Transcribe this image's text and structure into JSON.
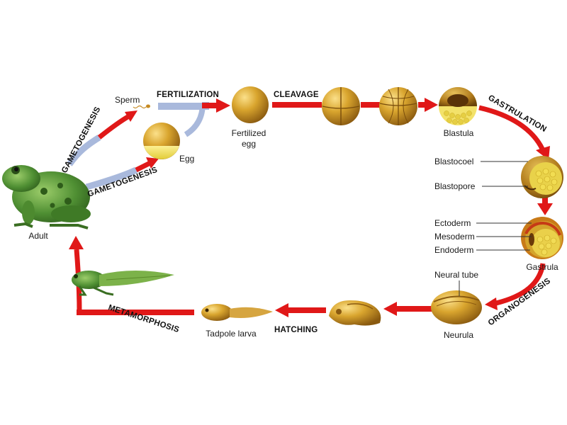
{
  "stages": {
    "sperm": "Sperm",
    "egg": "Egg",
    "fertilized_egg_line1": "Fertilized",
    "fertilized_egg_line2": "egg",
    "blastula": "Blastula",
    "blastocoel": "Blastocoel",
    "blastopore": "Blastopore",
    "ectoderm": "Ectoderm",
    "mesoderm": "Mesoderm",
    "endoderm": "Endoderm",
    "gastrula": "Gastrula",
    "neural_tube": "Neural tube",
    "neurula": "Neurula",
    "tadpole_larva": "Tadpole larva",
    "adult": "Adult"
  },
  "processes": {
    "fertilization": "FERTILIZATION",
    "cleavage": "CLEAVAGE",
    "gastrulation": "GASTRULATION",
    "organogenesis": "ORGANOGENESIS",
    "hatching": "HATCHING",
    "metamorphosis": "METAMORPHOSIS",
    "gametogenesis_sperm": "GAMETOGENESIS",
    "gametogenesis_egg": "GAMETOGENESIS"
  },
  "colors": {
    "arrow": "#e01818",
    "gamete_path": "#a9b9dc",
    "embryo_gold": "#c9951f",
    "frog_green": "#5a9a3a"
  }
}
